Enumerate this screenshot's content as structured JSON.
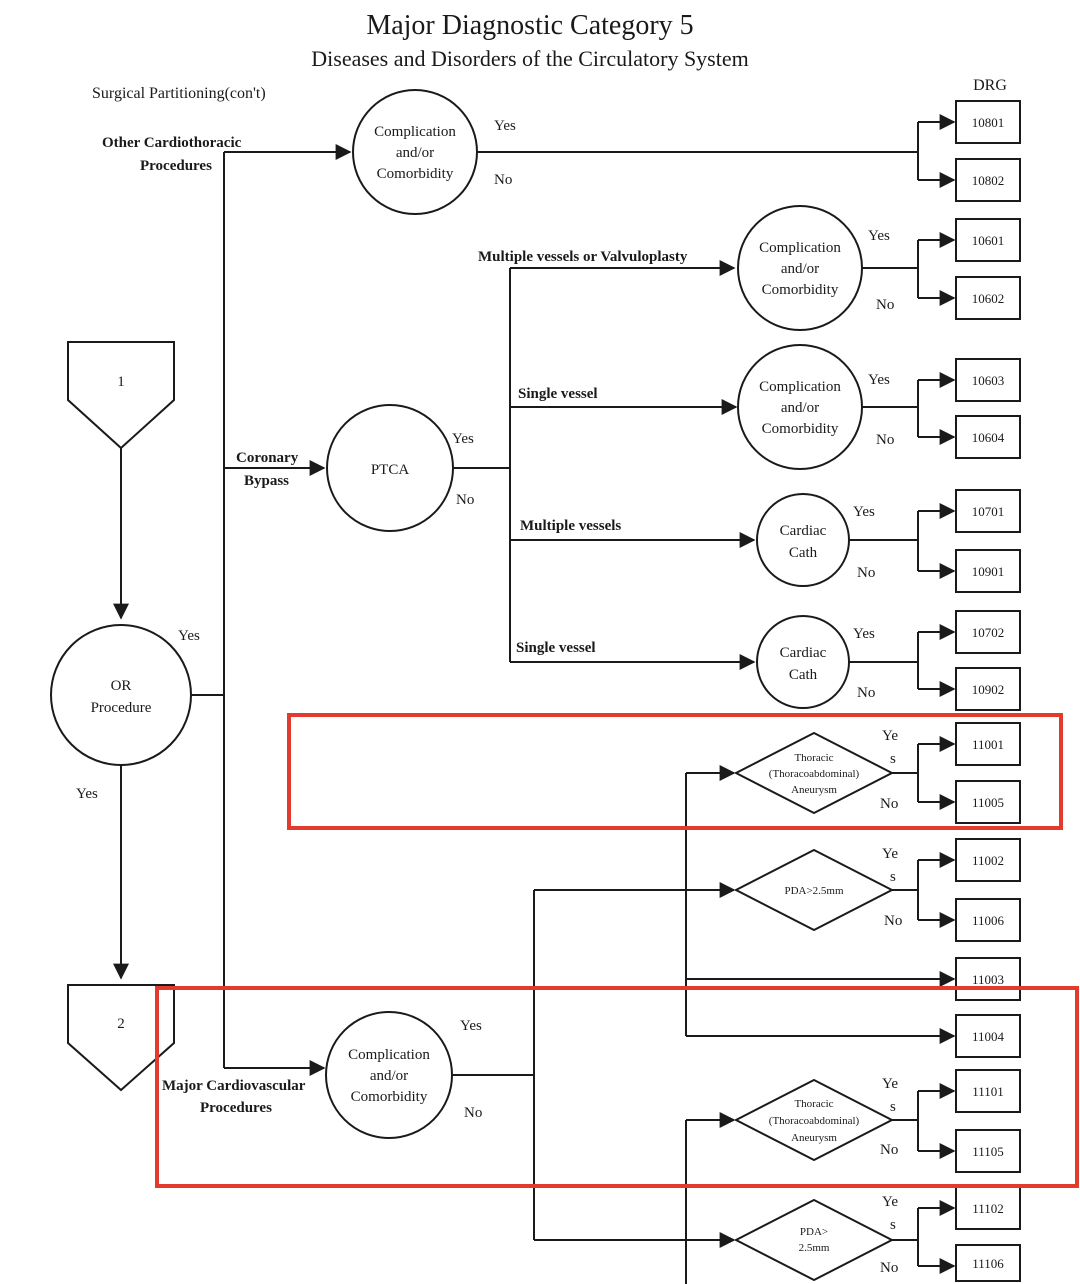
{
  "title": "Major Diagnostic Category 5",
  "subtitle": "Diseases and Disorders of the Circulatory System",
  "section": "Surgical Partitioning(con't)",
  "drg_header": "DRG",
  "yes": "Yes",
  "no": "No",
  "yes_split_top": "Ye",
  "yes_split_bottom": "s",
  "connectors": {
    "c1": "1",
    "c2": "2"
  },
  "branches": {
    "other_cardio_1": "Other Cardiothoracic",
    "other_cardio_2": "Procedures",
    "coronary_1": "Coronary",
    "coronary_2": "Bypass",
    "major_cardio_1": "Major Cardiovascular",
    "major_cardio_2": "Procedures",
    "multi_valvulo": "Multiple vessels or Valvuloplasty",
    "single_vessel": "Single vessel",
    "multiple_vessels": "Multiple vessels"
  },
  "nodes": {
    "cc_1": "Complication",
    "cc_2": "and/or",
    "cc_3": "Comorbidity",
    "ptca": "PTCA",
    "cath_1": "Cardiac",
    "cath_2": "Cath",
    "or_1": "OR",
    "or_2": "Procedure",
    "thor_1": "Thoracic",
    "thor_2": "(Thoracoabdominal)",
    "thor_3": "Aneurysm",
    "pda": "PDA>2.5mm",
    "pda_1": "PDA>",
    "pda_2": "2.5mm"
  },
  "drg": {
    "d10801": "10801",
    "d10802": "10802",
    "d10601": "10601",
    "d10602": "10602",
    "d10603": "10603",
    "d10604": "10604",
    "d10701": "10701",
    "d10901": "10901",
    "d10702": "10702",
    "d10902": "10902",
    "d11001": "11001",
    "d11005": "11005",
    "d11002": "11002",
    "d11006": "11006",
    "d11003": "11003",
    "d11004": "11004",
    "d11101": "11101",
    "d11105": "11105",
    "d11102": "11102",
    "d11106": "11106"
  },
  "colors": {
    "highlight": "#e23b2e",
    "ink": "#1a1a1a"
  }
}
